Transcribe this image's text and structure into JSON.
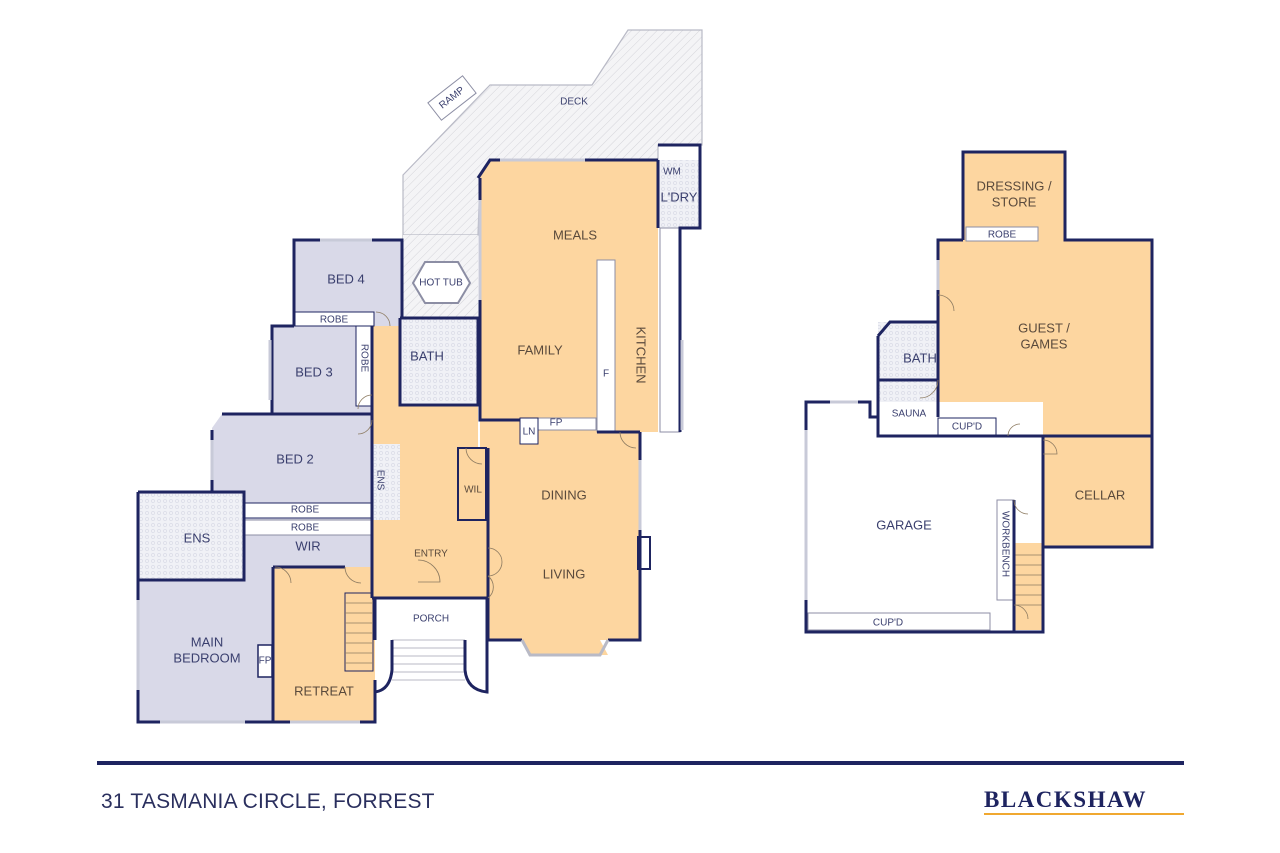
{
  "colors": {
    "wall": "#1e2460",
    "living_fill": "#fdd6a0",
    "bedroom_fill": "#d9d9e8",
    "wet_fill": "#eef0f6",
    "deck_fill": "#f0f0f2",
    "window": "#c8cad8",
    "brand_underline": "#f0a830"
  },
  "ground_floor": {
    "rooms": {
      "deck": "DECK",
      "ramp": "RAMP",
      "hot_tub": "HOT TUB",
      "meals": "MEALS",
      "family": "FAMILY",
      "kitchen": "KITCHEN",
      "laundry": "L'DRY",
      "washing_machine": "WM",
      "fridge": "F",
      "bed4": "BED 4",
      "bed4_robe": "ROBE",
      "bed3": "BED 3",
      "bed3_robe": "ROBE",
      "bath": "BATH",
      "fireplace_family": "FP",
      "linen": "LN",
      "bed2": "BED 2",
      "bed2_ens": "ENS",
      "bed2_robe": "ROBE",
      "main_robe": "ROBE",
      "wir": "WIR",
      "main_ens": "ENS",
      "wil": "WIL",
      "dining": "DINING",
      "living": "LIVING",
      "entry": "ENTRY",
      "porch": "PORCH",
      "main_bedroom_line1": "MAIN",
      "main_bedroom_line2": "BEDROOM",
      "fireplace_main": "FP",
      "retreat": "RETREAT"
    }
  },
  "lower_floor": {
    "rooms": {
      "dressing_line1": "DRESSING /",
      "dressing_line2": "STORE",
      "robe": "ROBE",
      "guest_line1": "GUEST /",
      "guest_line2": "GAMES",
      "bath": "BATH",
      "sauna": "SAUNA",
      "cupd_upper": "CUP'D",
      "cellar": "CELLAR",
      "garage": "GARAGE",
      "workbench": "WORKBENCH",
      "cupd_garage": "CUP'D"
    }
  },
  "footer": {
    "address": "31 TASMANIA CIRCLE, FORREST",
    "brand": "BLACKSHAW"
  }
}
